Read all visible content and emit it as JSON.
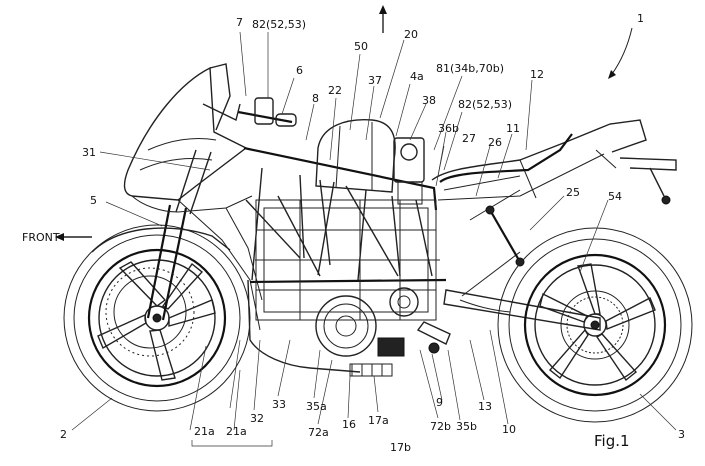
{
  "figure_label": "Fig.1",
  "direction_label": "FRONT",
  "part_labels": {
    "p1": "1",
    "p2": "2",
    "p3": "3",
    "p4a": "4a",
    "p5": "5",
    "p6": "6",
    "p7": "7",
    "p8": "8",
    "p9": "9",
    "p10": "10",
    "p11": "11",
    "p12": "12",
    "p13": "13",
    "p16": "16",
    "p17a": "17a",
    "p17b": "17b",
    "p20": "20",
    "p21a_1": "21a",
    "p21a_2": "21a",
    "p22": "22",
    "p25": "25",
    "p26": "26",
    "p27": "27",
    "p31": "31",
    "p32": "32",
    "p33": "33",
    "p35a": "35a",
    "p35b": "35b",
    "p36b": "36b",
    "p37": "37",
    "p38": "38",
    "p50": "50",
    "p54": "54",
    "p72a": "72a",
    "p72b": "72b",
    "p81": "81(34b,70b)",
    "p82_top": "82(52,53)",
    "p82_right": "82(52,53)"
  }
}
